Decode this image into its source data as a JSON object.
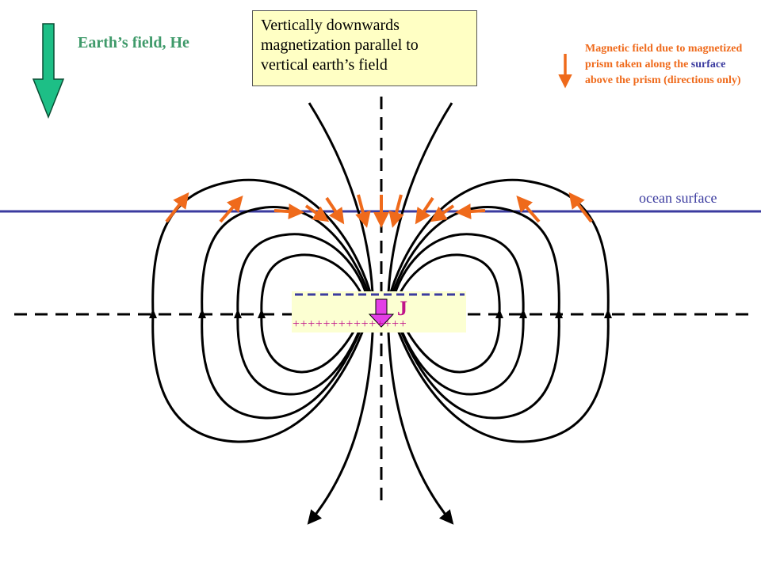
{
  "caption": {
    "line1": "Vertically downwards",
    "line2": "magnetization parallel to",
    "line3": "vertical earth’s field"
  },
  "earth_field_label": "Earth’s field, He",
  "legend": {
    "part1": "Magnetic field due to magnetized prism taken along the ",
    "surface_word": "surface",
    "part2": " above the prism (directions only)"
  },
  "ocean_label": "ocean surface",
  "magnetization_label": "J",
  "pole_signs": "+++++++++++++++",
  "colors": {
    "earth_arrow": "#1dbf86",
    "field_vector": "#ef6a1b",
    "ocean_line": "#3b3b9f",
    "prism_fill": "#fcffd2",
    "magnetization_arrow": "#e33fe6",
    "pole_sign": "#c0148a"
  }
}
